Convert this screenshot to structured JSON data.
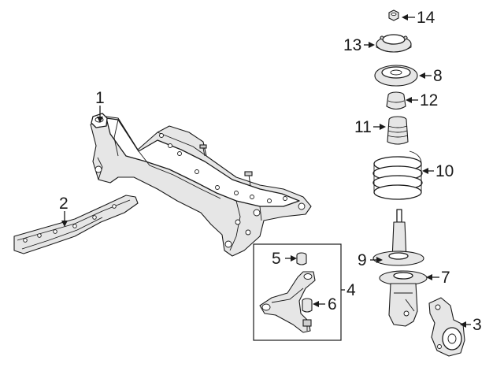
{
  "diagram": {
    "callouts": [
      {
        "id": "1",
        "label": "1"
      },
      {
        "id": "2",
        "label": "2"
      },
      {
        "id": "3",
        "label": "3"
      },
      {
        "id": "4",
        "label": "4"
      },
      {
        "id": "5",
        "label": "5"
      },
      {
        "id": "6",
        "label": "6"
      },
      {
        "id": "7",
        "label": "7"
      },
      {
        "id": "8",
        "label": "8"
      },
      {
        "id": "9",
        "label": "9"
      },
      {
        "id": "10",
        "label": "10"
      },
      {
        "id": "11",
        "label": "11"
      },
      {
        "id": "12",
        "label": "12"
      },
      {
        "id": "13",
        "label": "13"
      },
      {
        "id": "14",
        "label": "14"
      }
    ],
    "colors": {
      "line": "#1a1a1a",
      "background": "#ffffff",
      "fill": "#e6e6e6"
    }
  }
}
